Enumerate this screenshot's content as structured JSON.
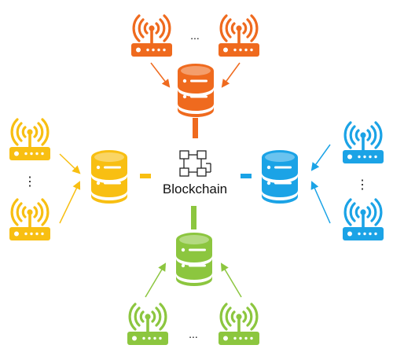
{
  "center": {
    "label": "Blockchain",
    "icon": "blockchain-blocks-icon"
  },
  "ellipsis": "...",
  "vertical_ellipsis": "⋮",
  "clusters": [
    {
      "id": "top",
      "color": "#ef6a1e",
      "server_icon": "database-server-icon",
      "router_icon": "wifi-router-icon"
    },
    {
      "id": "left",
      "color": "#f8bf12",
      "server_icon": "database-server-icon",
      "router_icon": "wifi-router-icon"
    },
    {
      "id": "right",
      "color": "#1ba3e6",
      "server_icon": "database-server-icon",
      "router_icon": "wifi-router-icon"
    },
    {
      "id": "bottom",
      "color": "#8cc63f",
      "server_icon": "database-server-icon",
      "router_icon": "wifi-router-icon"
    }
  ]
}
